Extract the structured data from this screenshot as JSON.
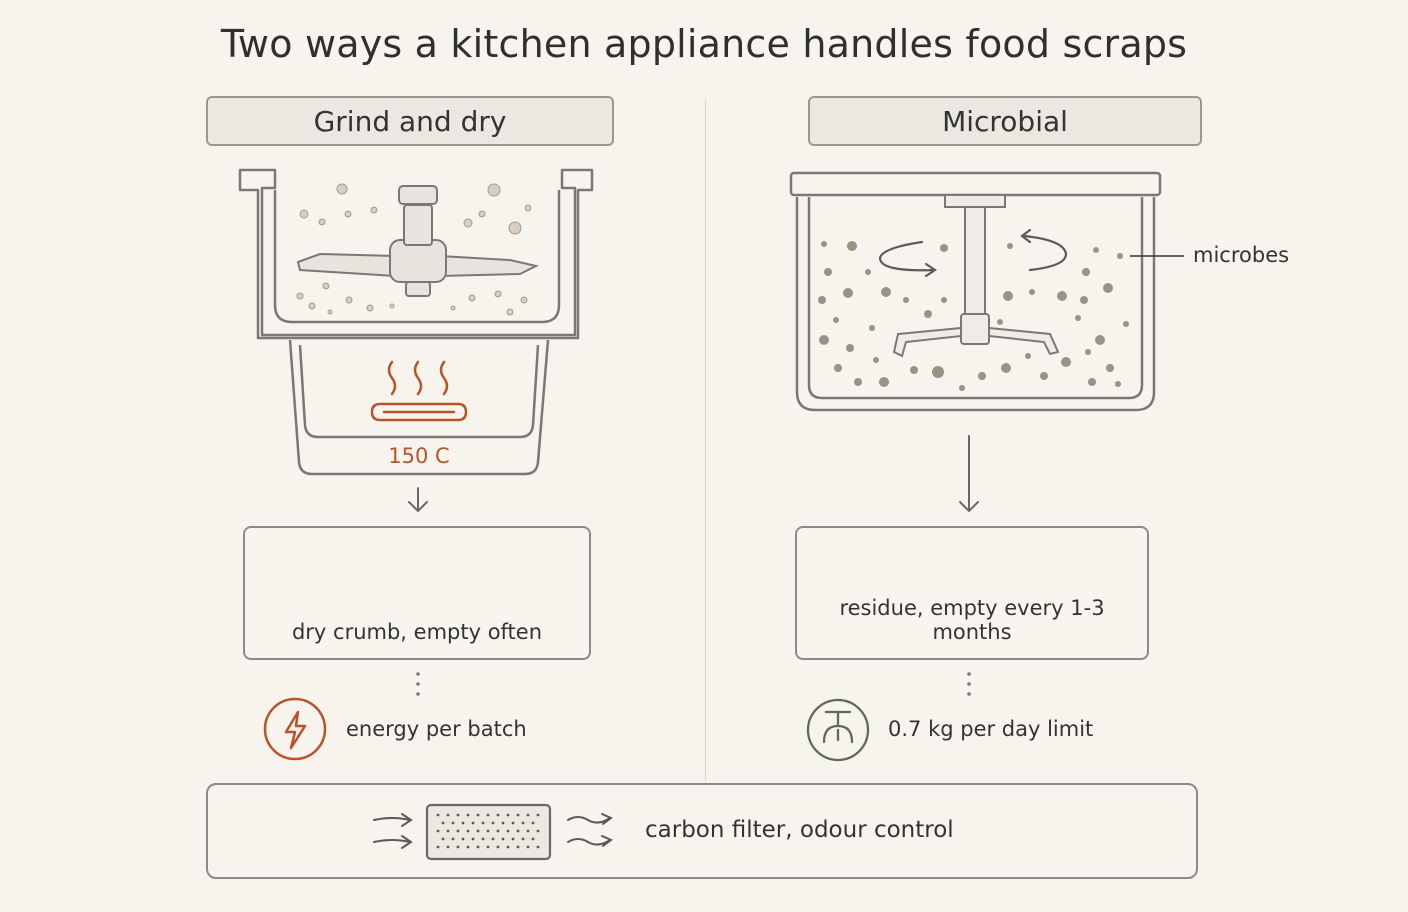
{
  "title": "Two ways a kitchen appliance handles food scraps",
  "left": {
    "header": "Grind and dry",
    "temperature": "150 C",
    "result_label": "dry crumb, empty often",
    "note": "energy per batch",
    "accent_color": "#b8532a",
    "icon": "lightning-bolt-icon"
  },
  "right": {
    "header": "Microbial",
    "callout": "microbes",
    "result_label": "residue, empty every 1-3 months",
    "note": "0.7 kg per day limit",
    "accent_color": "#7a7d6b",
    "icon": "scale-icon"
  },
  "footer": {
    "label": "carbon filter, odour control"
  }
}
